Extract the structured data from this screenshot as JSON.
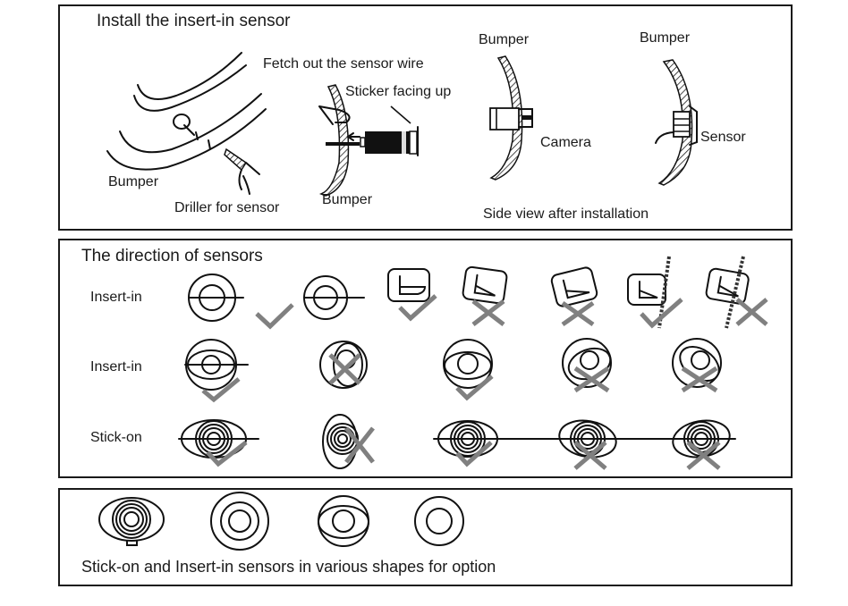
{
  "panels": {
    "install": {
      "title": "Install the insert-in sensor",
      "labels": {
        "bumper_left": "Bumper",
        "driller": "Driller for sensor",
        "fetch_wire": "Fetch out the sensor wire",
        "sticker": "Sticker facing up",
        "bumper_mid": "Bumper",
        "bumper_camera": "Bumper",
        "camera": "Camera",
        "bumper_sensor": "Bumper",
        "sensor": "Sensor",
        "side_view": "Side view after installation"
      }
    },
    "direction": {
      "title": "The direction of sensors",
      "rows": [
        {
          "label": "Insert-in",
          "items": [
            "correct",
            "correct",
            "correct",
            "wrong",
            "wrong",
            "correct",
            "wrong"
          ]
        },
        {
          "label": "Insert-in",
          "items": [
            "correct",
            "wrong",
            "correct",
            "wrong",
            "wrong"
          ]
        },
        {
          "label": "Stick-on",
          "items": [
            "correct",
            "wrong",
            "correct",
            "wrong",
            "wrong"
          ]
        }
      ],
      "mark_color": "#808080"
    },
    "shapes": {
      "caption": "Stick-on and Insert-in sensors in various shapes for option",
      "shape_types": [
        "stick-on-oval",
        "insert-in-round-ring",
        "insert-in-oval-ring",
        "insert-in-round"
      ]
    }
  }
}
